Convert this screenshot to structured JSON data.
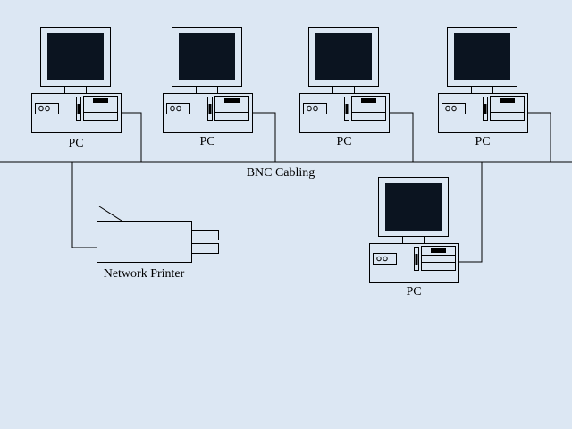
{
  "colors": {
    "background": "#dce7f3",
    "casing": "#dce7f3",
    "screen": "#0b1420",
    "line": "#000000"
  },
  "network": {
    "bus_label": "BNC Cabling"
  },
  "pcs": [
    {
      "label": "PC",
      "icon": "desktop-computer-icon"
    },
    {
      "label": "PC",
      "icon": "desktop-computer-icon"
    },
    {
      "label": "PC",
      "icon": "desktop-computer-icon"
    },
    {
      "label": "PC",
      "icon": "desktop-computer-icon"
    },
    {
      "label": "PC",
      "icon": "desktop-computer-icon"
    }
  ],
  "printer": {
    "label": "Network Printer",
    "icon": "printer-icon"
  }
}
